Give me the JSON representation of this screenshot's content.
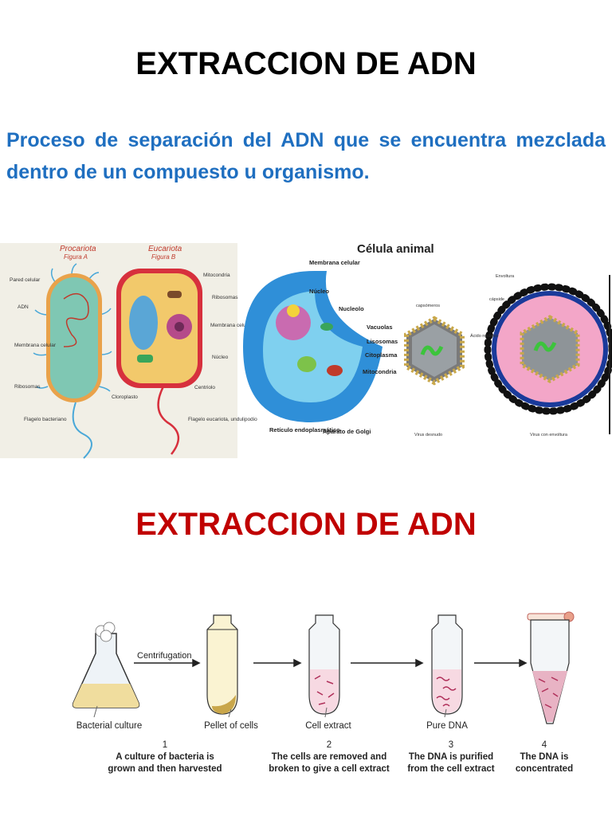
{
  "title_top": "EXTRACCION DE ADN",
  "intro_text": "Proceso de separación del ADN que se encuentra mezclada dentro de un compuesto u organismo.",
  "cells_figure": {
    "prokaryote": {
      "heading": "Procariota",
      "subheading": "Figura A",
      "labels": [
        "Pared celular",
        "ADN",
        "Membrana celular",
        "Ribosomas",
        "Flagelo bacteriano"
      ]
    },
    "eukaryote": {
      "heading": "Eucariota",
      "subheading": "Figura B",
      "labels": [
        "Mitocondria",
        "Ribosomas",
        "Membrana celular",
        "Núcleo",
        "Centriolo",
        "Cloroplasto",
        "Flagelo eucariota, undulipodio"
      ]
    },
    "animal_cell": {
      "heading": "Célula animal",
      "labels": [
        "Membrana celular",
        "Núcleo",
        "Nucleolo",
        "Vacuolas",
        "Lisosomas",
        "Citoplasma",
        "Mitocondria",
        "Retículo endoplasmático",
        "Aparato de Golgi"
      ]
    },
    "virus": {
      "labels": [
        "Envoltura",
        "cápside",
        "capsómeros",
        "Ácido nucleico",
        "Virus desnudo",
        "Virus con envoltura"
      ]
    }
  },
  "title_bottom": "EXTRACCION DE ADN",
  "process": {
    "arrow_label": "Centrifugation",
    "items": [
      "Bacterial culture",
      "Pellet of cells",
      "Cell extract",
      "Pure DNA"
    ],
    "steps": [
      {
        "num": "1",
        "line1": "A culture of bacteria is",
        "line2": "grown and then harvested"
      },
      {
        "num": "2",
        "line1": "The cells are removed and",
        "line2": "broken to give a cell extract"
      },
      {
        "num": "3",
        "line1": "The DNA is purified",
        "line2": "from the cell extract"
      },
      {
        "num": "4",
        "line1": "The DNA is",
        "line2": "concentrated"
      }
    ]
  }
}
